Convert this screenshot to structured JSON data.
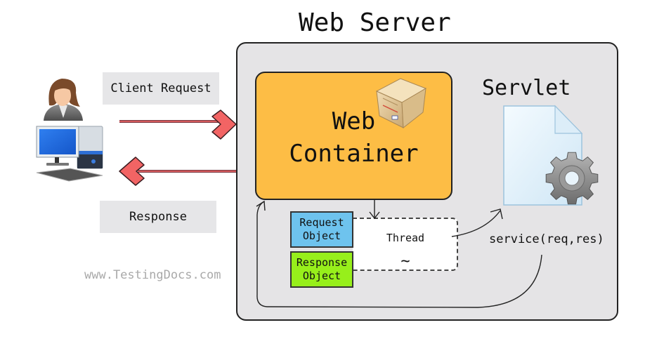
{
  "diagram": {
    "title": "Web Server",
    "client": {
      "request_label": "Client Request",
      "response_label": "Response",
      "user_icon": "user-icon",
      "computer_icon": "desktop-computer-icon"
    },
    "web_container": {
      "line1": "Web",
      "line2": "Container",
      "icon": "package-box-icon"
    },
    "objects": {
      "request": {
        "line1": "Request",
        "line2": "Object"
      },
      "response": {
        "line1": "Response",
        "line2": "Object"
      }
    },
    "thread": {
      "label": "Thread",
      "symbol": "~"
    },
    "servlet": {
      "label": "Servlet",
      "icon": "document-gear-icon",
      "method": "service(req,res)"
    },
    "watermark": "www.TestingDocs.com",
    "colors": {
      "server_bg": "#e5e4e6",
      "container_bg": "#fdbd45",
      "request_bg": "#6ec3ee",
      "response_bg": "#97ef1b",
      "arrow_fill": "#f26464",
      "arrow_line": "#7a3b45",
      "label_bg": "#e6e6e8"
    }
  }
}
